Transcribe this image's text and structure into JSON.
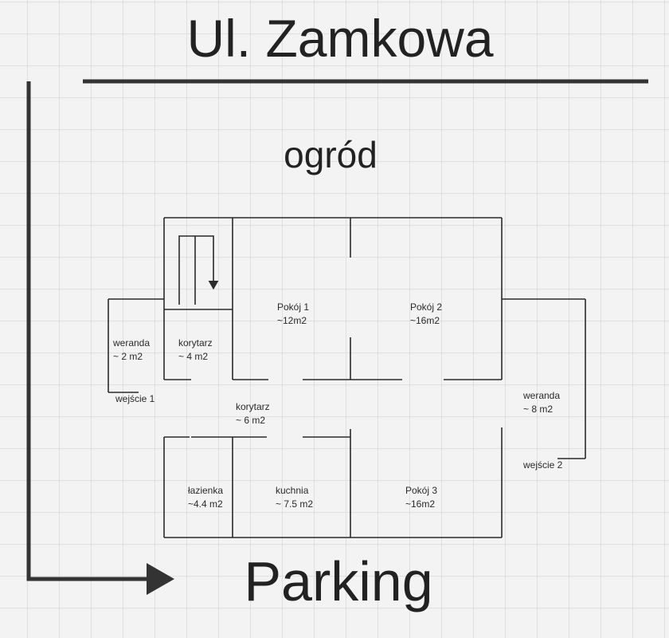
{
  "street": {
    "name": "Ul. Zamkowa"
  },
  "garden": {
    "label": "ogród"
  },
  "parking": {
    "label": "Parking"
  },
  "rooms": {
    "pokoj1": {
      "name": "Pokój 1",
      "area": "~12m2"
    },
    "pokoj2": {
      "name": "Pokój 2",
      "area": "~16m2"
    },
    "weranda_left": {
      "name": "weranda",
      "area": "~ 2 m2"
    },
    "korytarz_top": {
      "name": "korytarz",
      "area": "~ 4 m2"
    },
    "korytarz_mid": {
      "name": "korytarz",
      "area": "~ 6 m2"
    },
    "weranda_right": {
      "name": "weranda",
      "area": "~ 8 m2"
    },
    "lazienka": {
      "name": "łazienka",
      "area": "~4.4 m2"
    },
    "kuchnia": {
      "name": "kuchnia",
      "area": "~ 7.5 m2"
    },
    "pokoj3": {
      "name": "Pokój 3",
      "area": "~16m2"
    }
  },
  "entrances": {
    "entrance1": {
      "label": "wejście 1"
    },
    "entrance2": {
      "label": "wejście 2"
    }
  },
  "colors": {
    "line": "#2b2b2b",
    "thick_line": "#333333",
    "background": "#f3f3f3",
    "grid": "#e0e0e0"
  }
}
